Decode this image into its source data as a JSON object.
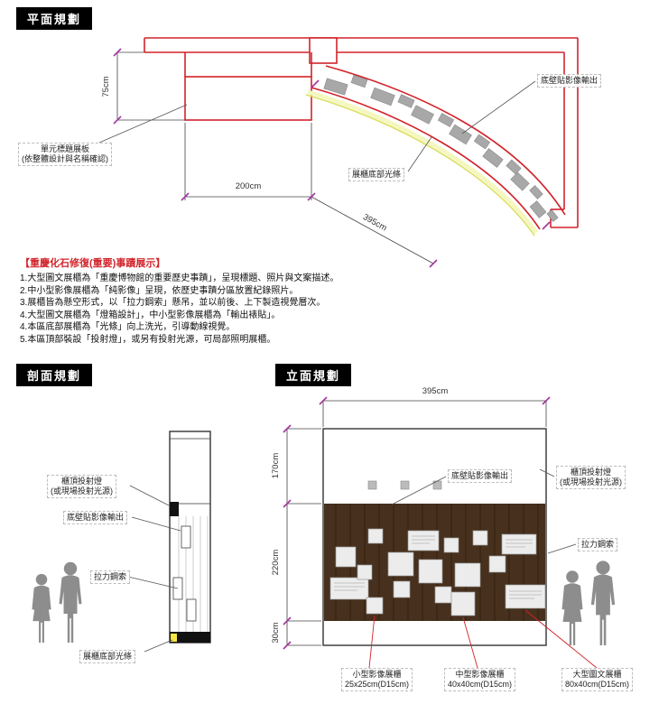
{
  "colors": {
    "accent_red": "#d2232a",
    "tick_purple": "#a235a0",
    "wall_brown": "#47301d",
    "light_strip_yellow": "#d9dd55",
    "silhouette_gray": "#8d8d8d"
  },
  "headers": {
    "plan": "平面規劃",
    "section": "剖面規劃",
    "elevation": "立面規劃"
  },
  "plan": {
    "dim_75": "75cm",
    "dim_200": "200cm",
    "dim_395": "395cm",
    "label_wall_output": "底壁貼影像輸出",
    "label_unit_board_1": "單元標題展板",
    "label_unit_board_2": "(依整體設計與名稱確認)",
    "label_bottom_light": "展櫃底部光條"
  },
  "notes": {
    "title": "【重慶化石修復(重要)事蹟展示】",
    "items": [
      "1.大型圖文展櫃為「重慶博物館的重要歷史事蹟」，呈現標題、照片與文案描述。",
      "2.中小型影像展櫃為「純影像」呈現，依歷史事蹟分區放置紀錄照片。",
      "3.展櫃皆為懸空形式，以「拉力鋼索」懸吊，並以前後、上下製造視覺層次。",
      "4.大型圖文展櫃為「燈箱設計」，中小型影像展櫃為「輸出裱貼」。",
      "4.本區底部展櫃為「光條」向上洗光，引導動線視覺。",
      "5.本區頂部裝設「投射燈」，或另有投射光源，可局部照明展櫃。"
    ]
  },
  "section": {
    "label_top_light_1": "櫃頂投射燈",
    "label_top_light_2": "(或現場投射光源)",
    "label_wall_output": "底壁貼影像輸出",
    "label_cable": "拉力鋼索",
    "label_bottom_light": "展櫃底部光條"
  },
  "elevation": {
    "dim_width": "395cm",
    "dim_h_top": "170cm",
    "dim_h_mid": "220cm",
    "dim_h_bottom": "30cm",
    "label_wall_output": "底壁貼影像輸出",
    "label_top_light_1": "櫃頂投射燈",
    "label_top_light_2": "(或現場投射光源)",
    "label_cable": "拉力鋼索",
    "cases": [
      {
        "name": "小型影像展櫃",
        "size": "25x25cm(D15cm)"
      },
      {
        "name": "中型影像展櫃",
        "size": "40x40cm(D15cm)"
      },
      {
        "name": "大型圖文展櫃",
        "size": "80x40cm(D15cm)"
      }
    ]
  }
}
